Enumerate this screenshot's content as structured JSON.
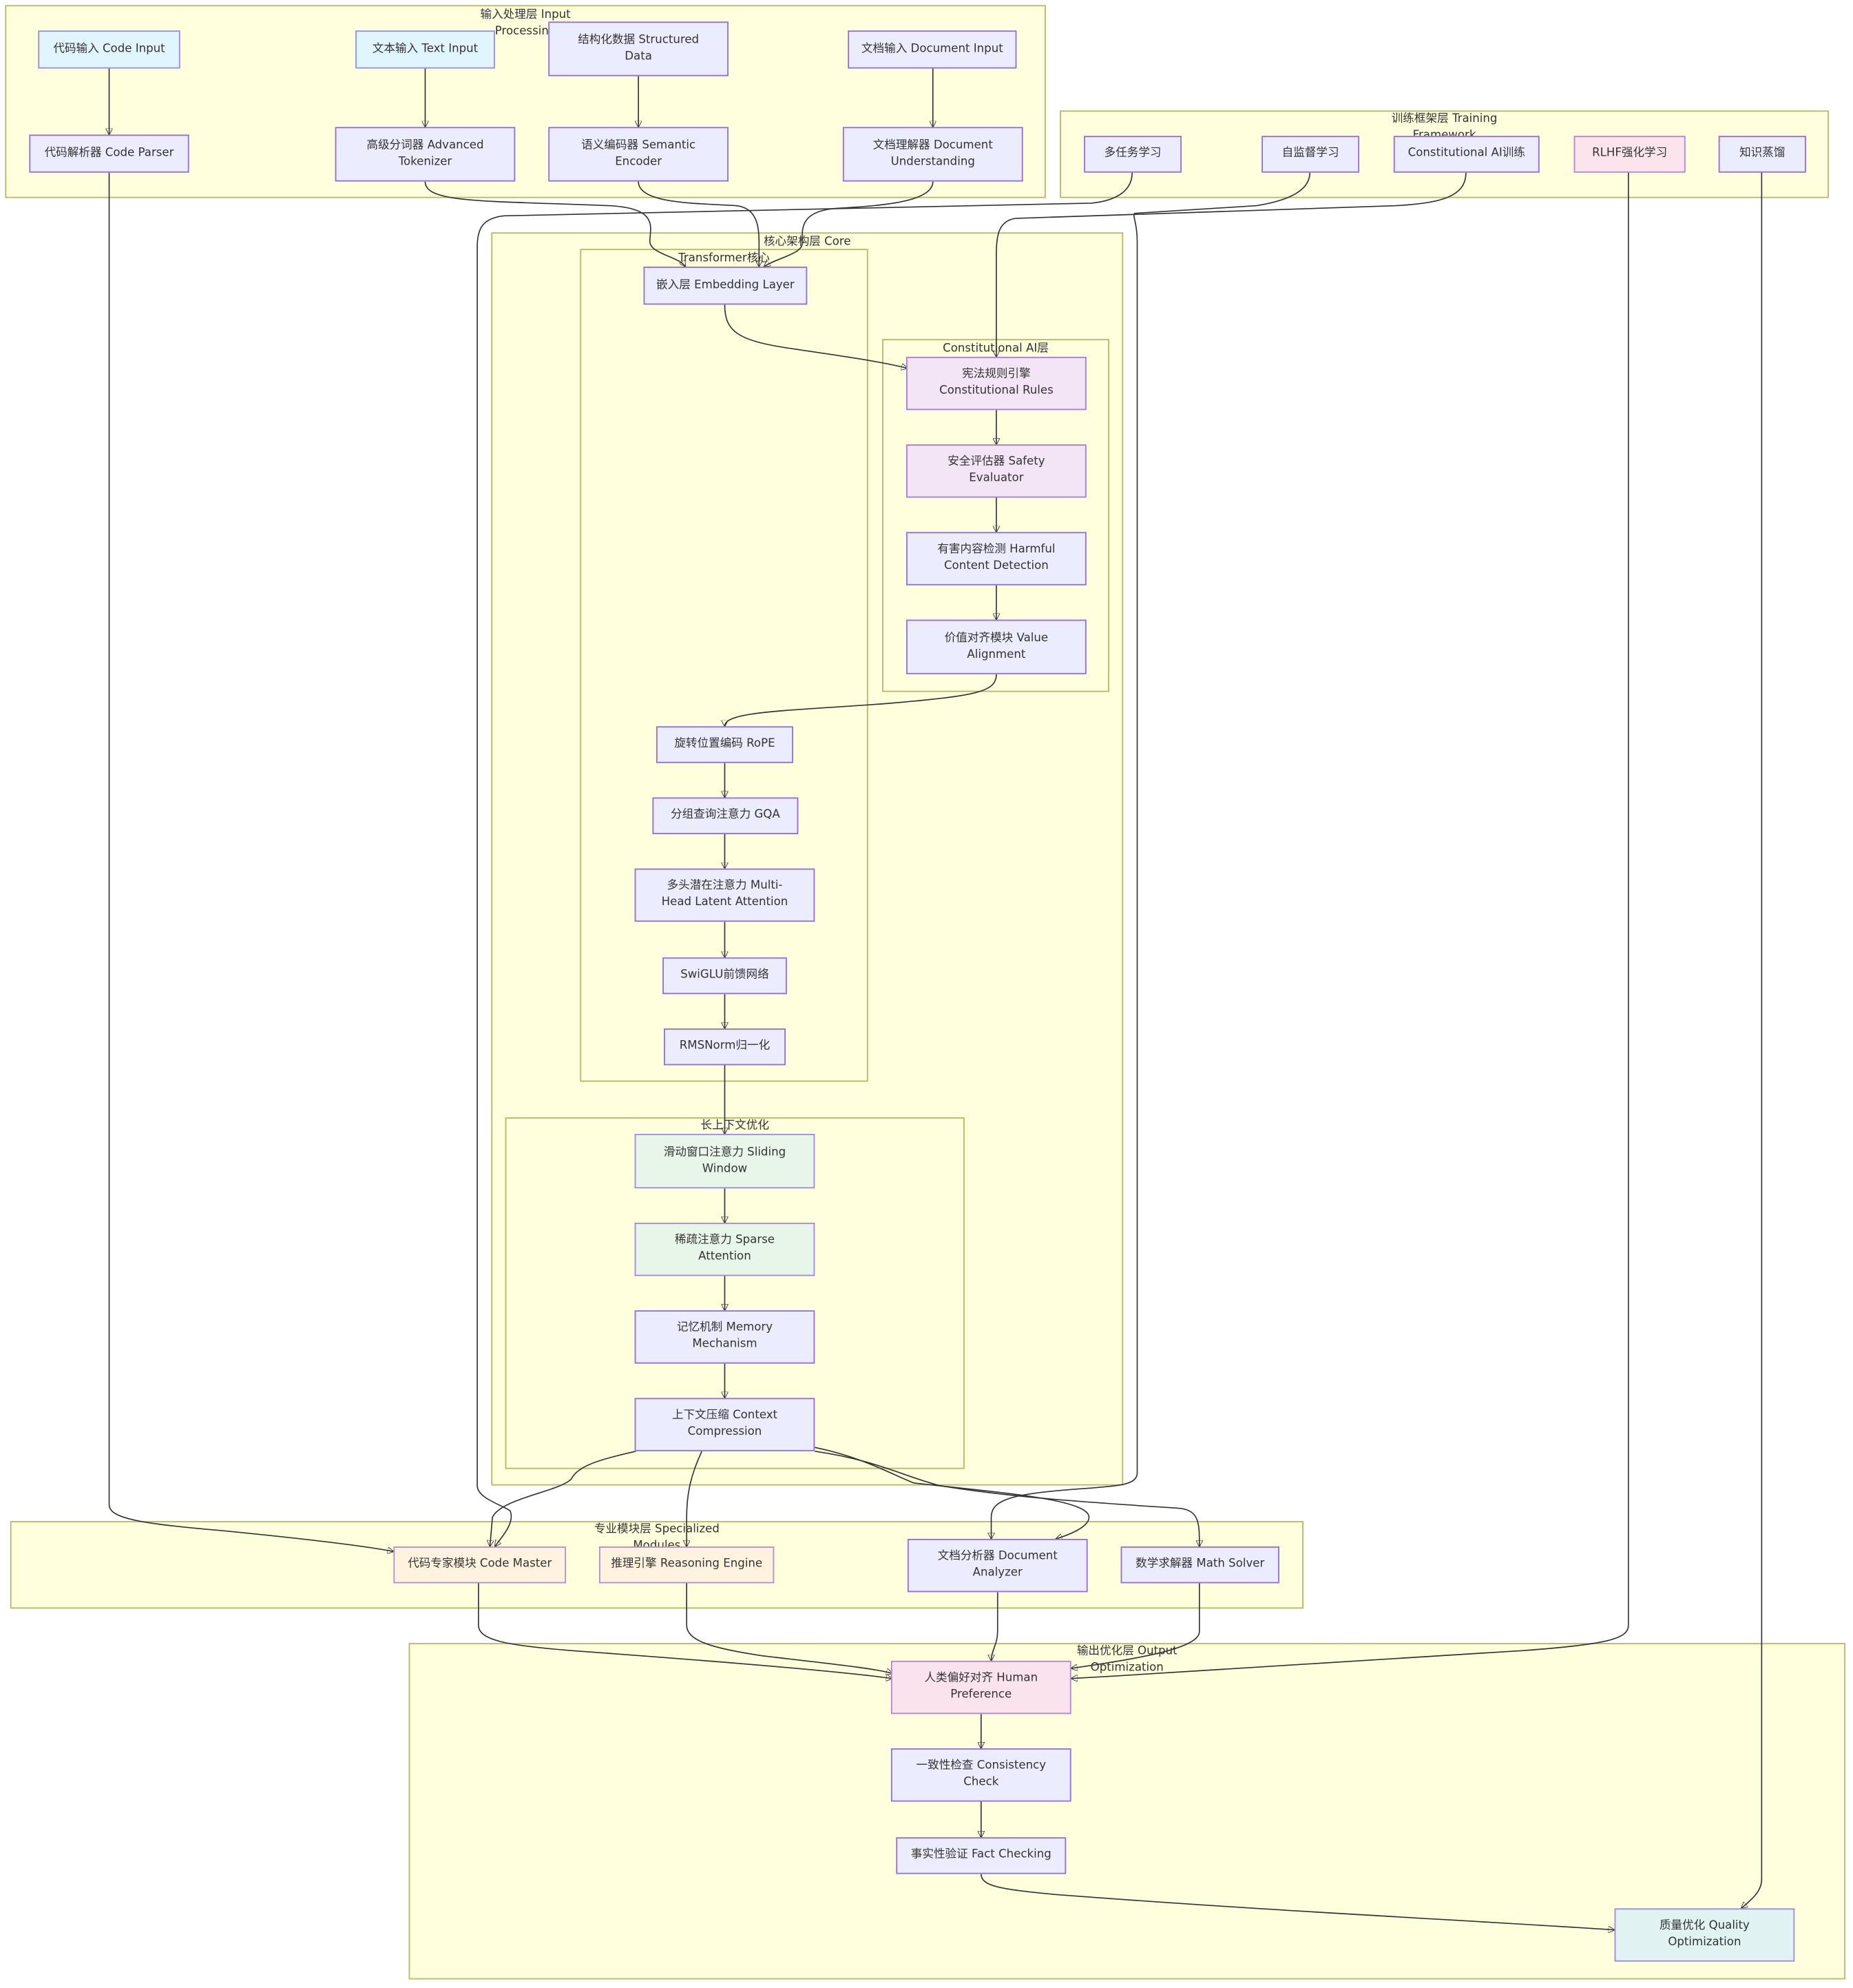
{
  "clusters": {
    "input": "输入处理层 Input\nProcessing",
    "training": "训练框架层 Training\nFramework",
    "core": "核心架构层 Core",
    "transformer": "Transformer核心",
    "constitutional": "Constitutional AI层",
    "longctx": "长上下文优化",
    "specialized": "专业模块层 Specialized\nModules",
    "output": "输出优化层 Output\nOptimization"
  },
  "nodes": {
    "code_input": "代码输入 Code Input",
    "text_input": "文本输入 Text Input",
    "structured_data": "结构化数据 Structured\nData",
    "doc_input": "文档输入 Document Input",
    "code_parser": "代码解析器 Code Parser",
    "tokenizer": "高级分词器 Advanced\nTokenizer",
    "semantic_encoder": "语义编码器 Semantic\nEncoder",
    "doc_understanding": "文档理解器 Document\nUnderstanding",
    "multitask": "多任务学习",
    "selfsupervised": "自监督学习",
    "cai_training": "Constitutional AI训练",
    "rlhf": "RLHF强化学习",
    "distillation": "知识蒸馏",
    "embedding": "嵌入层 Embedding Layer",
    "const_rules": "宪法规则引擎\nConstitutional Rules",
    "safety_eval": "安全评估器 Safety\nEvaluator",
    "harmful": "有害内容检测 Harmful\nContent Detection",
    "value_align": "价值对齐模块 Value\nAlignment",
    "rope": "旋转位置编码 RoPE",
    "gqa": "分组查询注意力 GQA",
    "mla": "多头潜在注意力 Multi-\nHead Latent Attention",
    "swiglu": "SwiGLU前馈网络",
    "rmsnorm": "RMSNorm归一化",
    "sliding": "滑动窗口注意力 Sliding\nWindow",
    "sparse": "稀疏注意力 Sparse\nAttention",
    "memory": "记忆机制 Memory\nMechanism",
    "compression": "上下文压缩 Context\nCompression",
    "code_master": "代码专家模块 Code Master",
    "reasoning": "推理引擎 Reasoning Engine",
    "doc_analyzer": "文档分析器 Document\nAnalyzer",
    "math_solver": "数学求解器 Math Solver",
    "human_pref": "人类偏好对齐 Human\nPreference",
    "consistency": "一致性检查 Consistency\nCheck",
    "fact_check": "事实性验证 Fact Checking",
    "quality": "质量优化 Quality\nOptimization"
  },
  "colors": {
    "cluster_fill": "#ffffde",
    "cluster_border": "#b8b86a",
    "node_default": "#ececff",
    "node_input": "#e1f5fe",
    "node_safety": "#f3e5f5",
    "node_longctx": "#e8f5e9",
    "node_specialized": "#fff3e0",
    "node_rlhf": "#fce4ec",
    "node_quality": "#e0f2f1",
    "edge": "#333333"
  }
}
